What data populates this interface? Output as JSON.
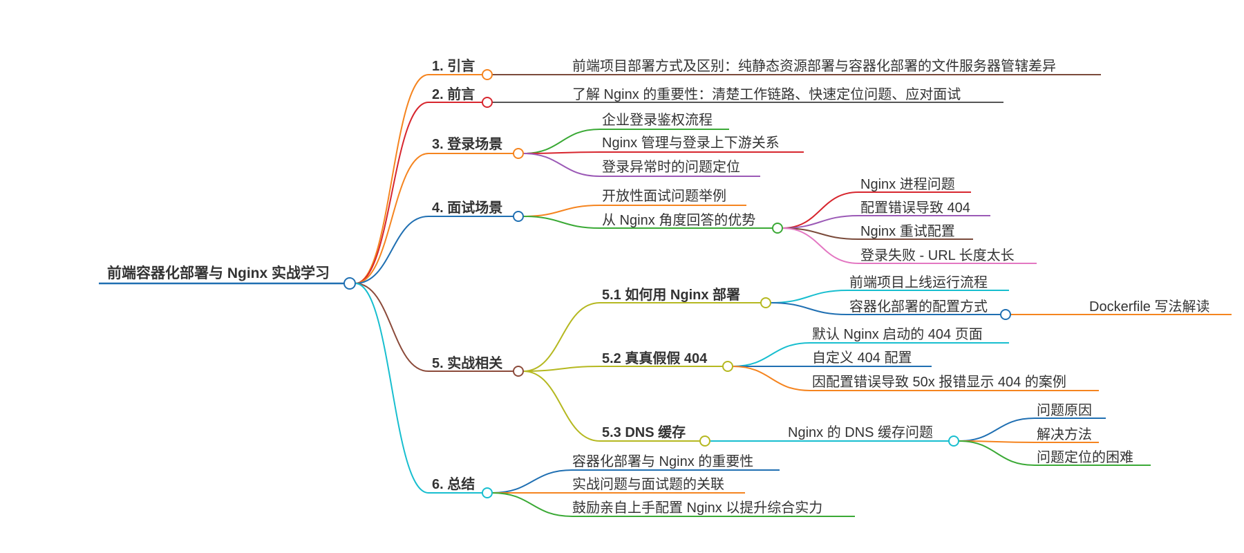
{
  "mindmap": {
    "root": {
      "label": "前端容器化部署与 Nginx 实战学习",
      "color": "#1f6fb2"
    },
    "branches": [
      {
        "label": "1. 引言",
        "color": "#f5841f",
        "children": [
          {
            "label": "前端项目部署方式及区别：纯静态资源部署与容器化部署的文件服务器管辖差异",
            "color": "#7a4a3a"
          }
        ]
      },
      {
        "label": "2. 前言",
        "color": "#d7262e",
        "children": [
          {
            "label": "了解 Nginx 的重要性：清楚工作链路、快速定位问题、应对面试",
            "color": "#555555"
          }
        ]
      },
      {
        "label": "3. 登录场景",
        "color": "#f5841f",
        "children": [
          {
            "label": "企业登录鉴权流程",
            "color": "#3aa935"
          },
          {
            "label": "Nginx 管理与登录上下游关系",
            "color": "#d7262e"
          },
          {
            "label": "登录异常时的问题定位",
            "color": "#9b59b6"
          }
        ]
      },
      {
        "label": "4. 面试场景",
        "color": "#1f6fb2",
        "children": [
          {
            "label": "开放性面试问题举例",
            "color": "#f5841f"
          },
          {
            "label": "从 Nginx 角度回答的优势",
            "color": "#3aa935",
            "children": [
              {
                "label": "Nginx 进程问题",
                "color": "#d7262e"
              },
              {
                "label": "配置错误导致 404",
                "color": "#9b59b6"
              },
              {
                "label": "Nginx 重试配置",
                "color": "#7a4a3a"
              },
              {
                "label": "登录失败 - URL 长度太长",
                "color": "#e377c2"
              }
            ]
          }
        ]
      },
      {
        "label": "5. 实战相关",
        "color": "#8b4a3a",
        "children": [
          {
            "label": "5.1 如何用 Nginx 部署",
            "color": "#b5b820",
            "children": [
              {
                "label": "前端项目上线运行流程",
                "color": "#17becf"
              },
              {
                "label": "容器化部署的配置方式",
                "color": "#1f6fb2",
                "children": [
                  {
                    "label": "Dockerfile 写法解读",
                    "color": "#f5841f"
                  }
                ]
              }
            ]
          },
          {
            "label": "5.2 真真假假 404",
            "color": "#b5b820",
            "children": [
              {
                "label": "默认 Nginx 启动的 404 页面",
                "color": "#17becf"
              },
              {
                "label": "自定义 404 配置",
                "color": "#1f6fb2"
              },
              {
                "label": "因配置错误导致 50x 报错显示 404 的案例",
                "color": "#f5841f"
              }
            ]
          },
          {
            "label": "5.3 DNS 缓存",
            "color": "#b5b820",
            "children": [
              {
                "label": "Nginx 的 DNS 缓存问题",
                "color": "#17becf",
                "children": [
                  {
                    "label": "问题原因",
                    "color": "#1f6fb2"
                  },
                  {
                    "label": "解决方法",
                    "color": "#f5841f"
                  },
                  {
                    "label": "问题定位的困难",
                    "color": "#3aa935"
                  }
                ]
              }
            ]
          }
        ]
      },
      {
        "label": "6. 总结",
        "color": "#17becf",
        "children": [
          {
            "label": "容器化部署与 Nginx 的重要性",
            "color": "#1f6fb2"
          },
          {
            "label": "实战问题与面试题的关联",
            "color": "#f5841f"
          },
          {
            "label": "鼓励亲自上手配置 Nginx 以提升综合实力",
            "color": "#3aa935"
          }
        ]
      }
    ]
  }
}
